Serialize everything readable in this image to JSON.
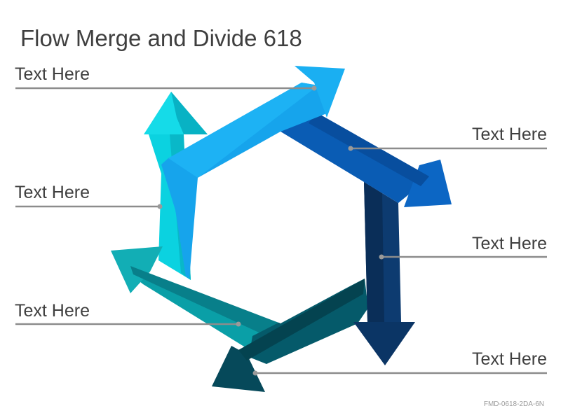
{
  "title": "Flow Merge and Divide 618",
  "labels": {
    "top_left": "Text Here",
    "middle_left": "Text Here",
    "bottom_left": "Text Here",
    "top_right": "Text Here",
    "middle_right": "Text Here",
    "bottom_right": "Text Here"
  },
  "footer_code": "FMD-0618-2DA-6N",
  "colors": {
    "cyan": "#0bd2e0",
    "sky_blue": "#16a4ec",
    "royal_blue": "#0a5cb4",
    "navy": "#0d3b70",
    "dark_teal": "#055a6a",
    "teal": "#0a9fa7",
    "line_gray": "#8c8c8c"
  }
}
